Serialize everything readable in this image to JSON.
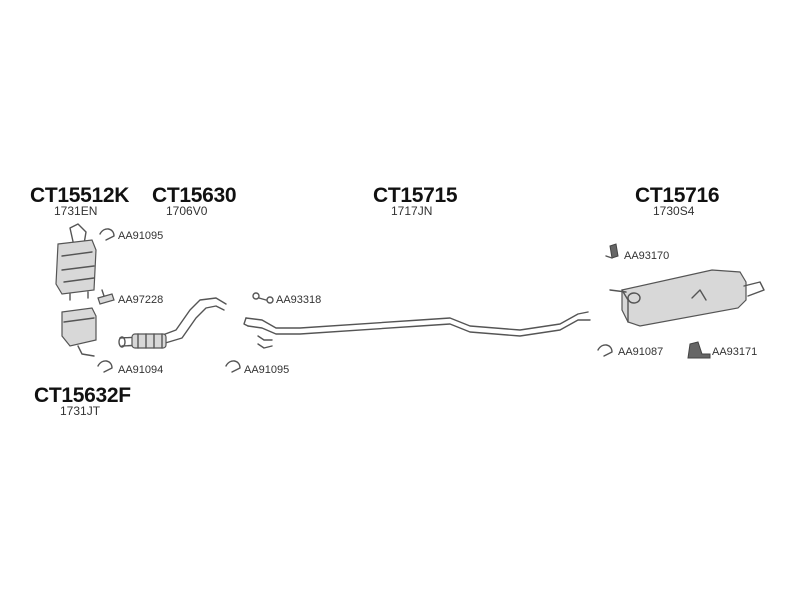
{
  "groups": {
    "ct15512k": {
      "code": "CT15512K",
      "sub": "1731EN"
    },
    "ct15630": {
      "code": "CT15630",
      "sub": "1706V0"
    },
    "ct15715": {
      "code": "CT15715",
      "sub": "1717JN"
    },
    "ct15716": {
      "code": "CT15716",
      "sub": "1730S4"
    },
    "ct15632f": {
      "code": "CT15632F",
      "sub": "1731JT"
    }
  },
  "accessories": {
    "aa91095_a": "AA91095",
    "aa97228": "AA97228",
    "aa91094": "AA91094",
    "aa93318": "AA93318",
    "aa91095_b": "AA91095",
    "aa93170": "AA93170",
    "aa91087": "AA91087",
    "aa93171": "AA93171"
  }
}
